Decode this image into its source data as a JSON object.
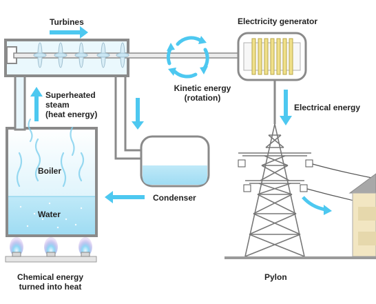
{
  "labels": {
    "turbines": "Turbines",
    "generator": "Electricity generator",
    "kinetic_line1": "Kinetic energy",
    "kinetic_line2": "(rotation)",
    "superheated_line1": "Superheated",
    "superheated_line2": "steam",
    "superheated_line3": "(heat energy)",
    "electrical": "Electrical energy",
    "boiler": "Boiler",
    "water": "Water",
    "condenser": "Condenser",
    "chemical_line1": "Chemical energy",
    "chemical_line2": "turned into heat",
    "pylon": "Pylon"
  },
  "colors": {
    "pipe": "#8a8a8a",
    "arrow": "#4dc8f0",
    "water": "#b9e6f7",
    "steam": "#d9f1fb",
    "coil": "#f0e08a",
    "house": "#f2e6c2",
    "roof": "#a8a8a8",
    "flame": "#8a7bd8"
  },
  "icons": [
    "flame-icon",
    "turbine-blade-icon",
    "rotation-arrow-icon",
    "flow-arrow-icon",
    "house-icon",
    "pylon-tower-icon"
  ]
}
